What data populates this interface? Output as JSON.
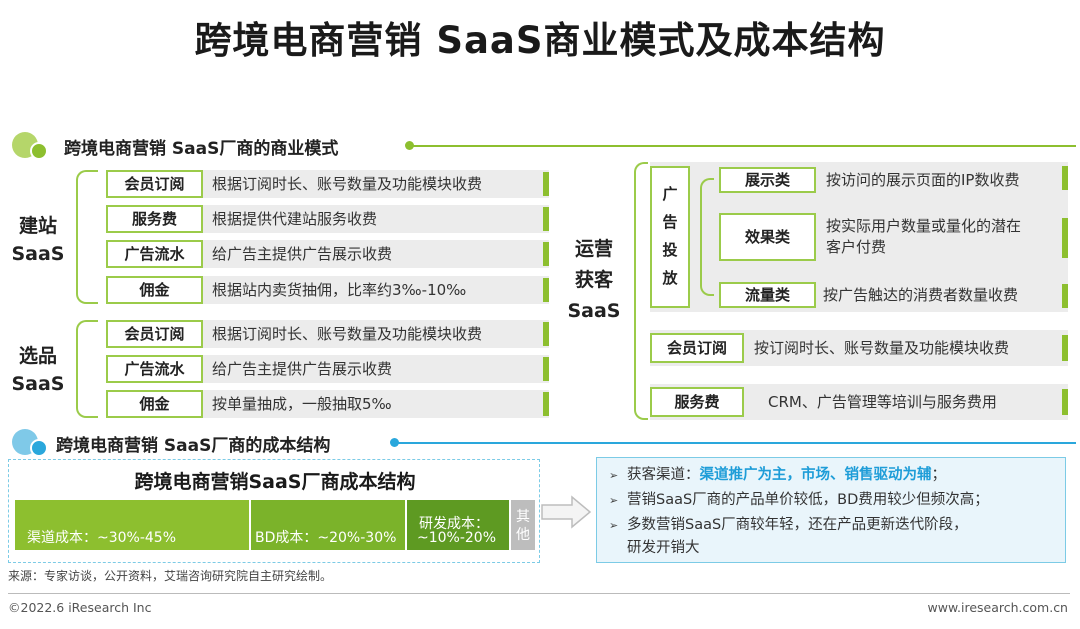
{
  "title": "跨境电商营销 SaaS商业模式及成本结构",
  "section1": {
    "title": "跨境电商营销 SaaS厂商的商业模式"
  },
  "section2": {
    "title": "跨境电商营销 SaaS厂商的成本结构"
  },
  "jianzhan": {
    "label_line1": "建站",
    "label_line2": "SaaS",
    "rows": [
      {
        "tag": "会员订阅",
        "desc": "根据订阅时长、账号数量及功能模块收费"
      },
      {
        "tag": "服务费",
        "desc": "根据提供代建站服务收费"
      },
      {
        "tag": "广告流水",
        "desc": "给广告主提供广告展示收费"
      },
      {
        "tag": "佣金",
        "desc": "根据站内卖货抽佣，比率约3‰-10‰"
      }
    ]
  },
  "xuanpin": {
    "label_line1": "选品",
    "label_line2": "SaaS",
    "rows": [
      {
        "tag": "会员订阅",
        "desc": "根据订阅时长、账号数量及功能模块收费"
      },
      {
        "tag": "广告流水",
        "desc": "给广告主提供广告展示收费"
      },
      {
        "tag": "佣金",
        "desc": "按单量抽成，一般抽取5‰"
      }
    ]
  },
  "yunying": {
    "label_line1": "运营",
    "label_line2": "获客",
    "label_line3": "SaaS",
    "ad_group": {
      "tag_chars": [
        "广",
        "告",
        "投",
        "放"
      ],
      "rows": [
        {
          "tag": "展示类",
          "desc": "按访问的展示页面的IP数收费"
        },
        {
          "tag": "效果类",
          "desc_line1": "按实际用户数量或量化的潜在",
          "desc_line2": "客户付费"
        },
        {
          "tag": "流量类",
          "desc": "按广告触达的消费者数量收费"
        }
      ]
    },
    "rows": [
      {
        "tag": "会员订阅",
        "desc": "按订阅时长、账号数量及功能模块收费"
      },
      {
        "tag": "服务费",
        "desc": "CRM、广告管理等培训与服务费用"
      }
    ]
  },
  "cost": {
    "title": "跨境电商营销SaaS厂商成本结构",
    "bars": [
      {
        "label": "渠道成本：~30%-45%",
        "color": "#8dbf2f"
      },
      {
        "label": "BD成本：~20%-30%",
        "color": "#7bb32a"
      },
      {
        "label_line1": "研发成本：",
        "label_line2": "~10%-20%",
        "color": "#5e9a22"
      },
      {
        "label_line1": "其",
        "label_line2": "他",
        "color": "#bdbdbd"
      }
    ]
  },
  "summary": {
    "item1_prefix": "获客渠道：",
    "item1_highlight": "渠道推广为主，市场、销售驱动为辅",
    "item1_suffix": "；",
    "item2": "营销SaaS厂商的产品单价较低，BD费用较少但频次高；",
    "item3_line1": "多数营销SaaS厂商较年轻，还在产品更新迭代阶段，",
    "item3_line2": "研发开销大"
  },
  "source": "来源：专家访谈，公开资料，艾瑞咨询研究院自主研究绘制。",
  "copyright": "©2022.6 iResearch Inc",
  "website": "www.iresearch.com.cn"
}
